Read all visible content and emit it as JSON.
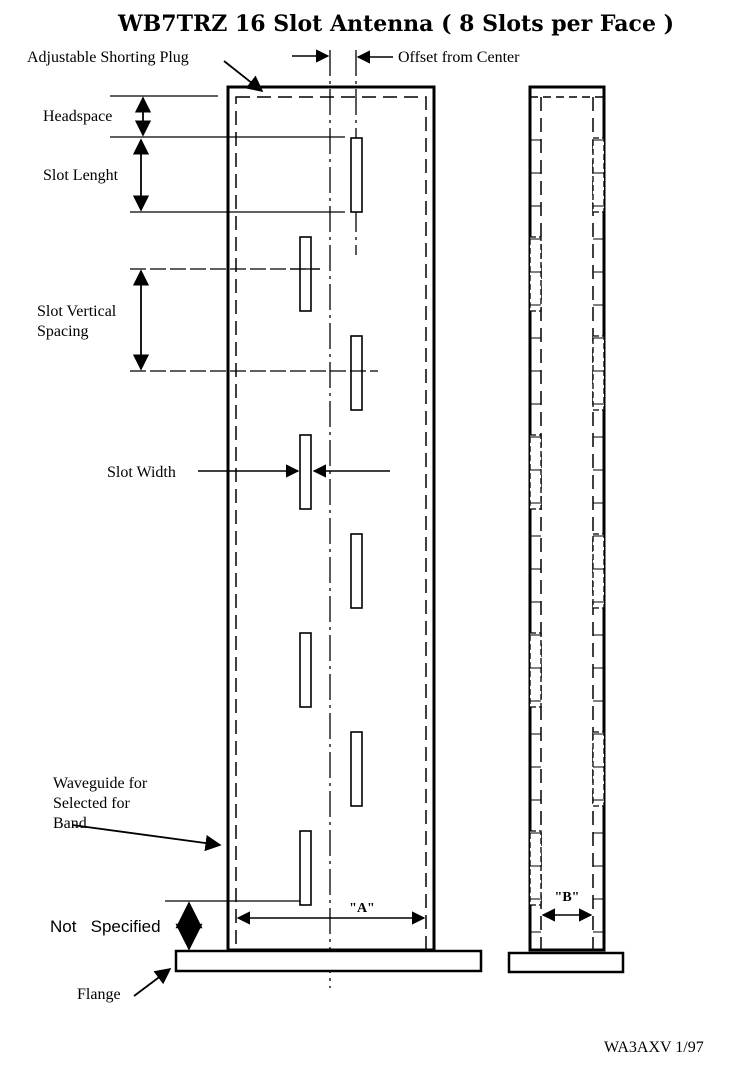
{
  "title": "WB7TRZ 16 Slot Antenna ( 8 Slots per Face )",
  "labels": {
    "shorting_plug": "Adjustable Shorting Plug",
    "offset": "Offset from Center",
    "headspace": "Headspace",
    "slot_length": "Slot Lenght",
    "slot_vertical_spacing_1": "Slot Vertical",
    "slot_vertical_spacing_2": "Spacing",
    "slot_width": "Slot Width",
    "waveguide_1": "Waveguide for",
    "waveguide_2": "Selected for",
    "waveguide_3": "Band",
    "not_specified": "Not   Specified",
    "flange": "Flange",
    "dim_a": "\"A\"",
    "dim_b": "\"B\"",
    "credit": "WA3AXV 1/97"
  },
  "front_view": {
    "slot_count": 8,
    "slot_sides": [
      "right",
      "left",
      "right",
      "left",
      "right",
      "left",
      "right",
      "left"
    ]
  },
  "side_view": {
    "slot_count": 8
  },
  "colors": {
    "ink": "#000000",
    "paper": "#ffffff"
  }
}
